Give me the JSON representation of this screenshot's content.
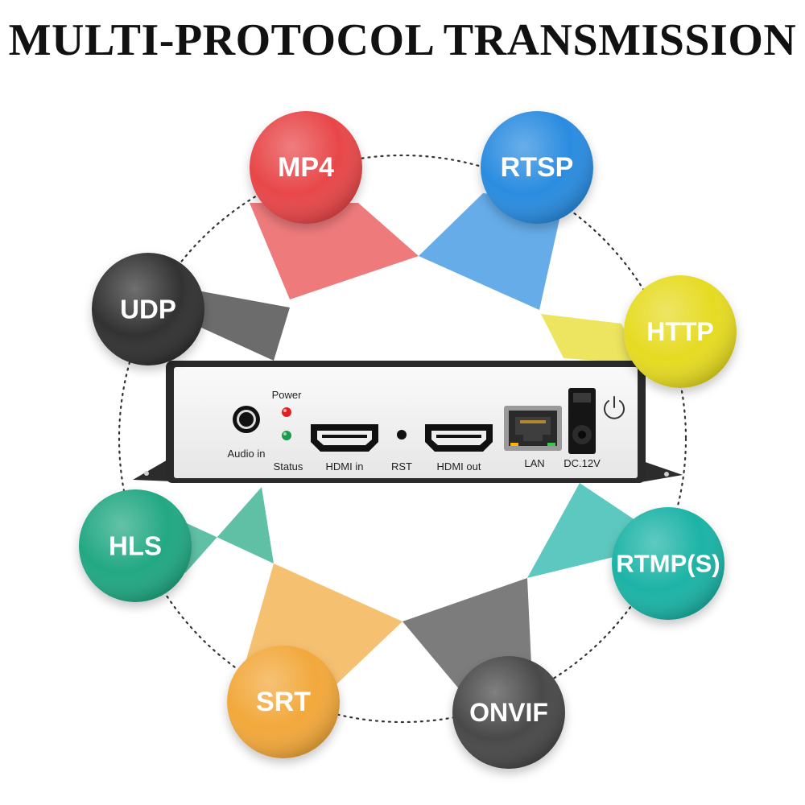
{
  "title": "MULTI-PROTOCOL TRANSMISSION",
  "protocols": [
    {
      "label": "MP4",
      "color": "#e8474a"
    },
    {
      "label": "RTSP",
      "color": "#2a8ce0"
    },
    {
      "label": "HTTP",
      "color": "#e6db22"
    },
    {
      "label": "RTMP(S)",
      "color": "#1fb3a6"
    },
    {
      "label": "ONVIF",
      "color": "#4a4a4a"
    },
    {
      "label": "SRT",
      "color": "#f2a83a"
    },
    {
      "label": "HLS",
      "color": "#22a883"
    },
    {
      "label": "UDP",
      "color": "#333333"
    }
  ],
  "device": {
    "power_label": "Power",
    "status_label": "Status",
    "audio_label": "Audio in",
    "hdmi_in_label": "HDMI in",
    "rst_label": "RST",
    "hdmi_out_label": "HDMI out",
    "lan_label": "LAN",
    "dc_label": "DC.12V",
    "power_led_color": "#e02020",
    "status_led_color": "#1a9a4a"
  }
}
